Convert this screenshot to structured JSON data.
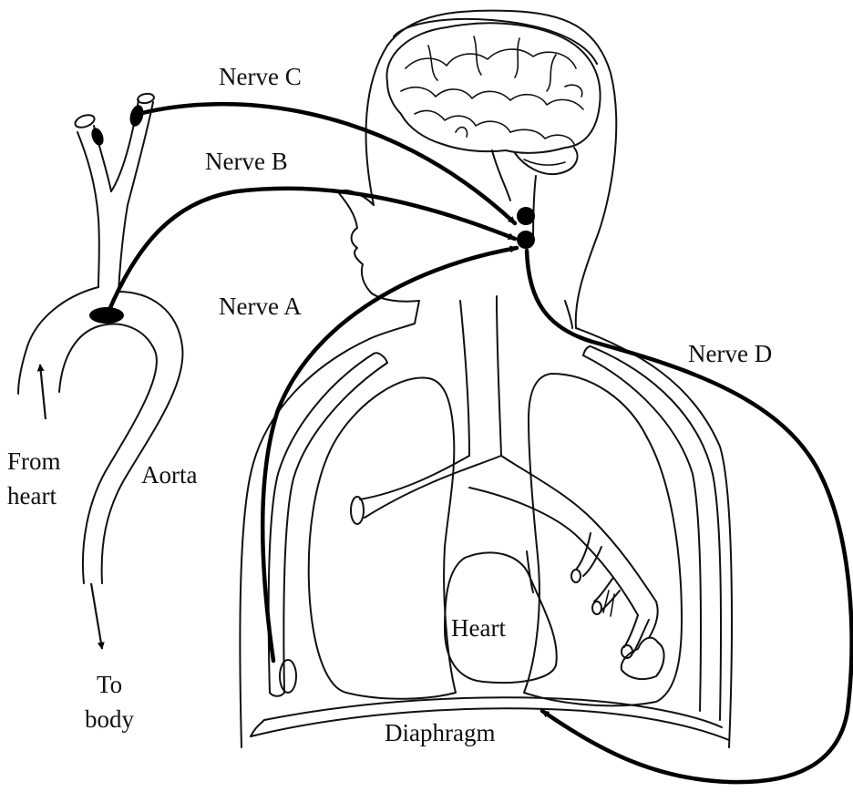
{
  "labels": {
    "nerve_c": "Nerve C",
    "nerve_b": "Nerve B",
    "nerve_a": "Nerve A",
    "nerve_d": "Nerve D",
    "from_heart_line1": "From",
    "from_heart_line2": "heart",
    "aorta": "Aorta",
    "to_body_line1": "To",
    "to_body_line2": "body",
    "heart": "Heart",
    "diaphragm": "Diaphragm"
  },
  "colors": {
    "line": "#111111",
    "nerve": "#000000",
    "background": "#ffffff"
  }
}
